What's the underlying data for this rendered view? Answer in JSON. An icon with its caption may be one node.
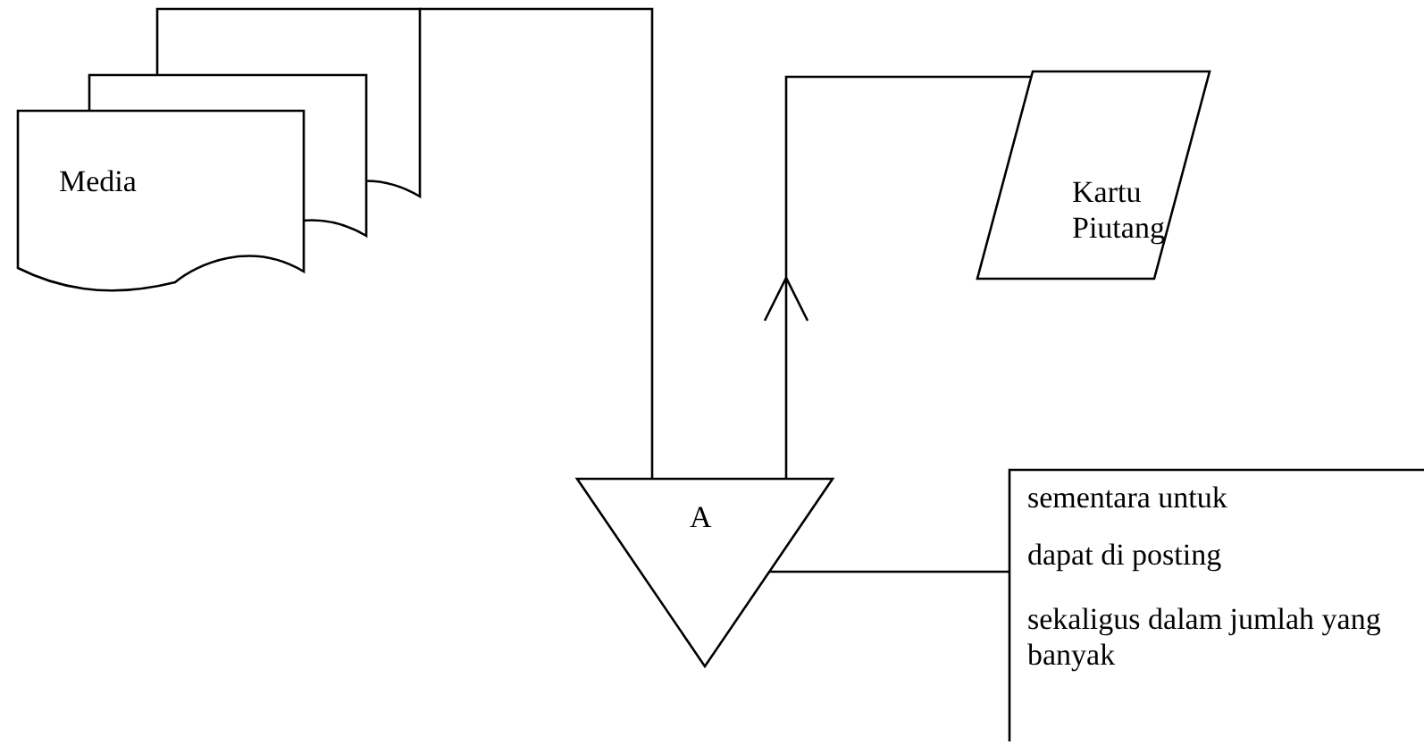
{
  "diagram": {
    "nodes": [
      {
        "text": [
          "Media"
        ]
      },
      {
        "text": [
          "Kartu Piutang"
        ]
      },
      {
        "text": [
          "A"
        ]
      },
      {
        "text": [
          "sementara untuk",
          "dapat di posting",
          "sekaligus dalam jumlah yang banyak"
        ]
      }
    ],
    "edges": [
      {
        "from": 0,
        "to": 2,
        "arrow": "none"
      },
      {
        "from": 2,
        "to": 1,
        "arrow": "to"
      },
      {
        "from": 2,
        "to": 3,
        "arrow": "none"
      }
    ]
  }
}
